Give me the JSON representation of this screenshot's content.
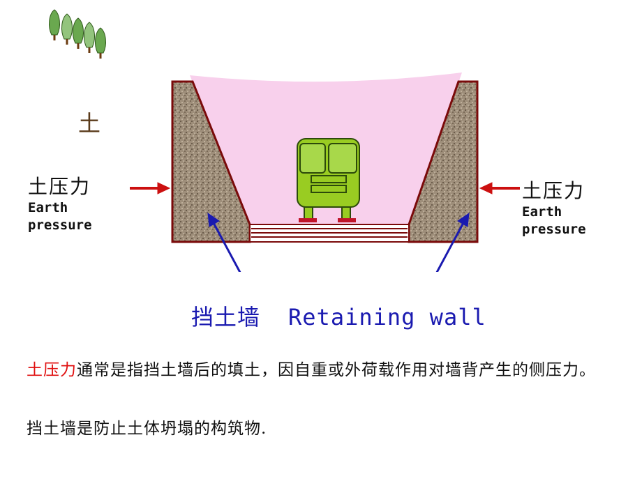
{
  "soil_label": "土",
  "left_label": {
    "cn": "土压力",
    "en_line1": "Earth",
    "en_line2": "pressure"
  },
  "right_label": {
    "cn": "土压力",
    "en_line1": "Earth",
    "en_line2": "pressure"
  },
  "caption": {
    "cn": "挡土墙",
    "en": "Retaining wall"
  },
  "paragraph1": {
    "term": "土压力",
    "rest": "通常是指挡土墙后的填土，因自重或外荷载作用对墙背产生的侧压力。"
  },
  "paragraph2": "挡土墙是防止土体坍塌的构筑物.",
  "colors": {
    "arrow_red": "#cc1010",
    "caption_blue": "#1a1ab0",
    "wall_border": "#7a0a0a",
    "excavation_pink": "#f8d0ec",
    "machine_green": "#99cc22"
  },
  "icons": [
    "trees-icon",
    "excavator-icon",
    "arrow-icon"
  ]
}
